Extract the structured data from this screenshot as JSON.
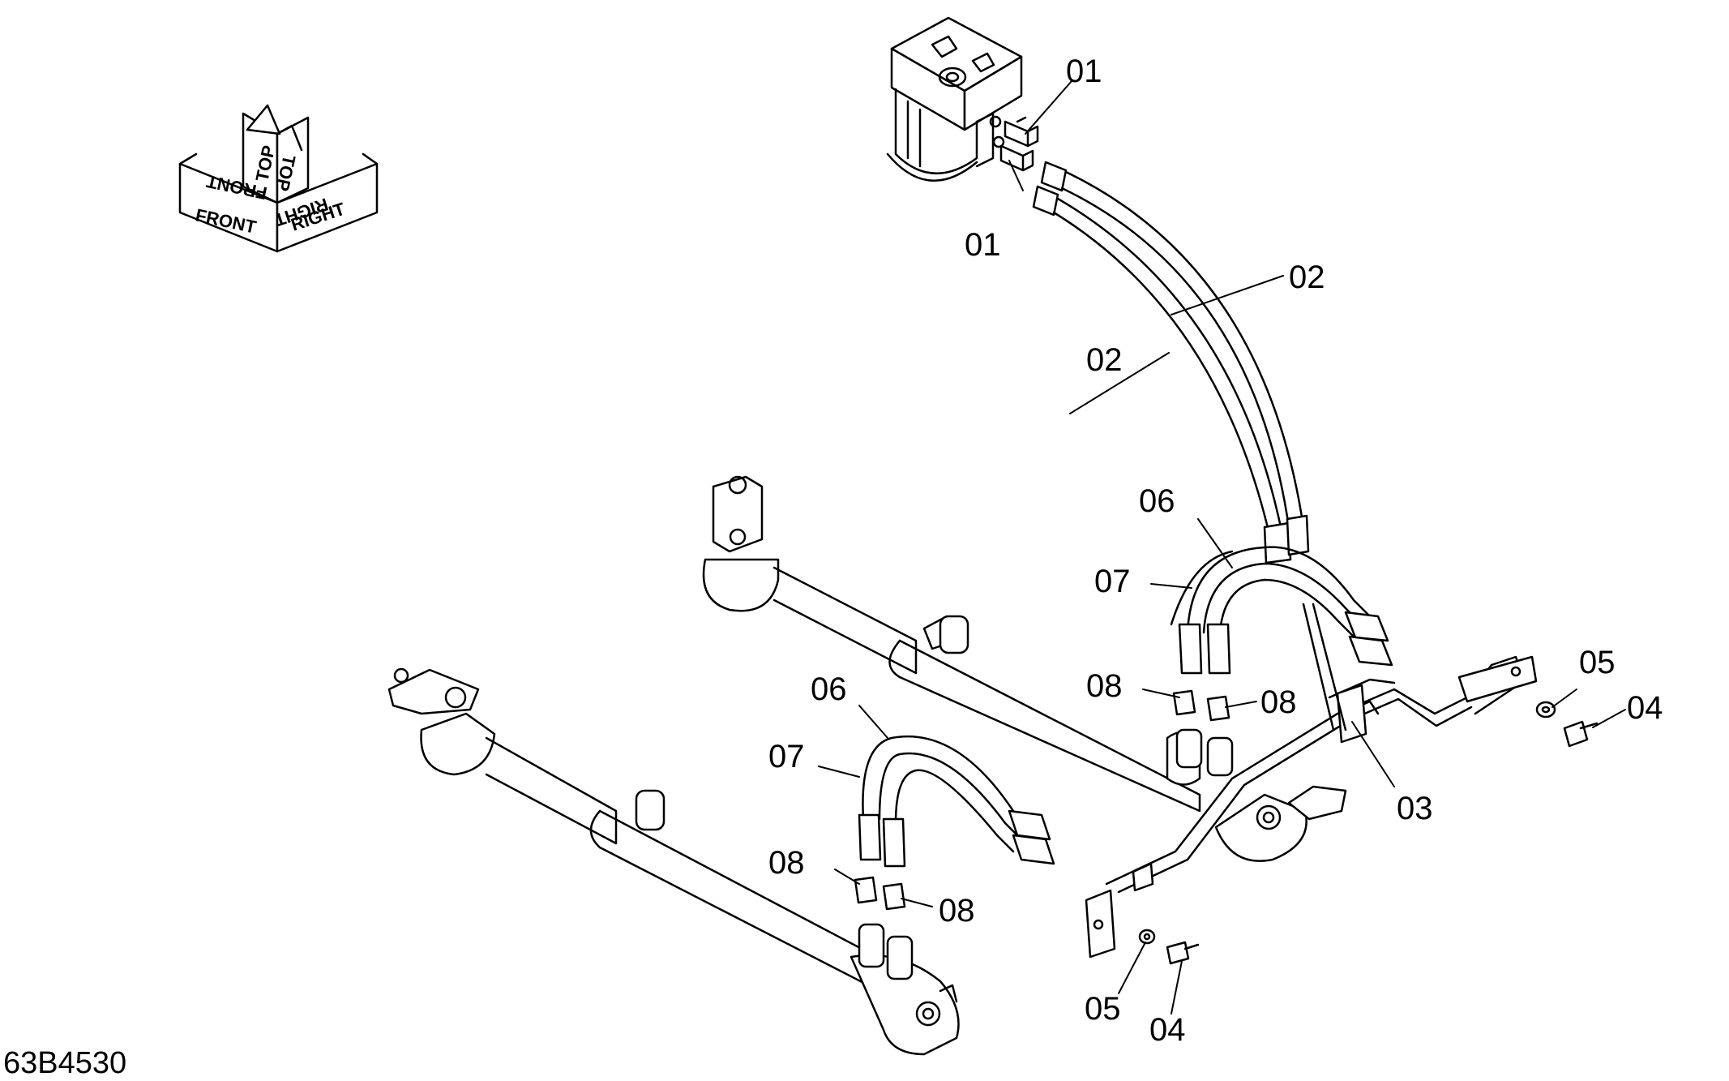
{
  "orientation_indicator": {
    "front": "FRONT",
    "top": "TOP",
    "right": "RIGHT"
  },
  "callouts": [
    {
      "id": "c01a",
      "label": "01"
    },
    {
      "id": "c01b",
      "label": "01"
    },
    {
      "id": "c02a",
      "label": "02"
    },
    {
      "id": "c02b",
      "label": "02"
    },
    {
      "id": "c06a",
      "label": "06"
    },
    {
      "id": "c07a",
      "label": "07"
    },
    {
      "id": "c08a",
      "label": "08"
    },
    {
      "id": "c08b",
      "label": "08"
    },
    {
      "id": "c05a",
      "label": "05"
    },
    {
      "id": "c04a",
      "label": "04"
    },
    {
      "id": "c03",
      "label": "03"
    },
    {
      "id": "c06b",
      "label": "06"
    },
    {
      "id": "c07b",
      "label": "07"
    },
    {
      "id": "c08c",
      "label": "08"
    },
    {
      "id": "c08d",
      "label": "08"
    },
    {
      "id": "c05b",
      "label": "05"
    },
    {
      "id": "c04b",
      "label": "04"
    }
  ],
  "drawing_id": "63B4530"
}
